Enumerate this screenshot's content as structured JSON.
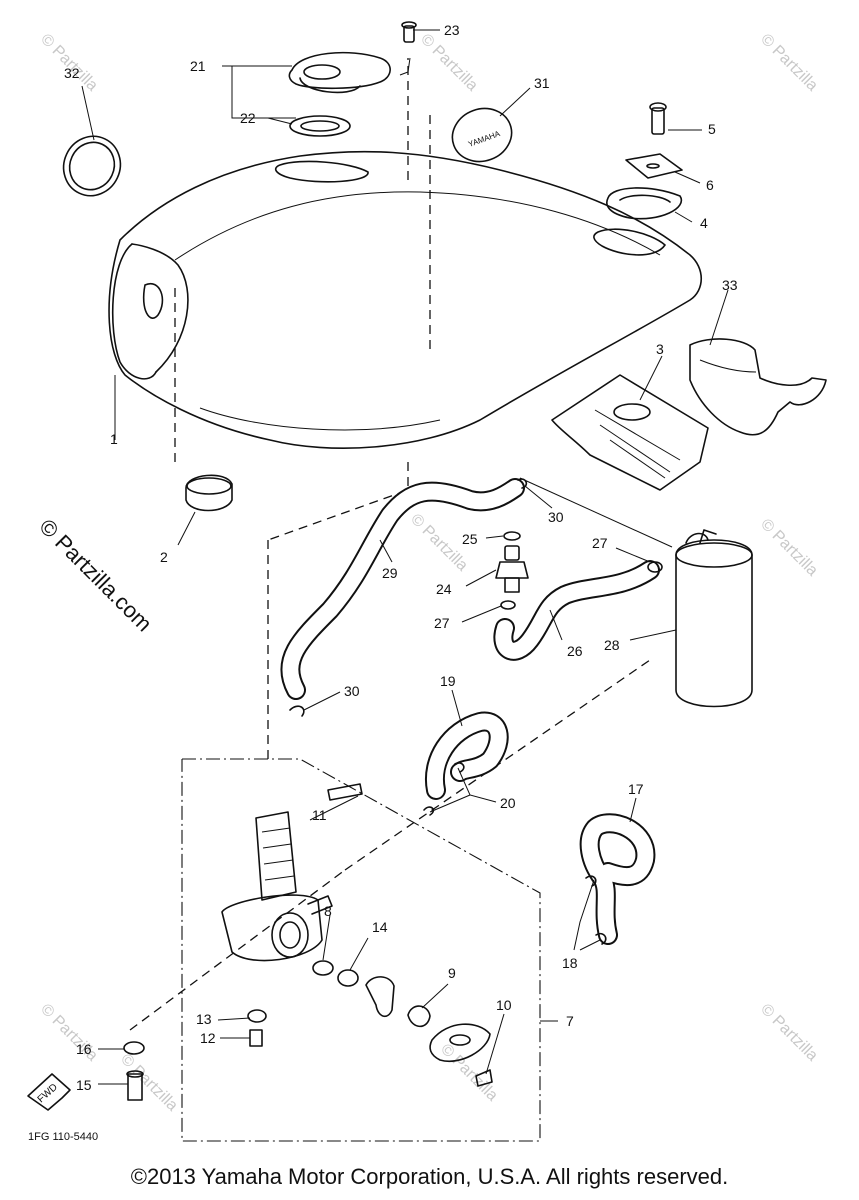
{
  "figure_code": "1FG 110-5440",
  "watermark_side": "© Partzilla.com",
  "watermark_small": "© Partzilla",
  "emblem_text": "YAMAHA",
  "fwd_text": "FWD",
  "copyright": "©2013  Yamaha Motor Corporation, U.S.A. All rights reserved.",
  "callouts": {
    "c1": "1",
    "c2": "2",
    "c3": "3",
    "c4": "4",
    "c5": "5",
    "c6": "6",
    "c7": "7",
    "c8": "8",
    "c9": "9",
    "c10": "10",
    "c11": "11",
    "c12": "12",
    "c13": "13",
    "c14": "14",
    "c15": "15",
    "c16": "16",
    "c17": "17",
    "c18": "18",
    "c19": "19",
    "c20": "20",
    "c21": "21",
    "c22": "22",
    "c23": "23",
    "c24": "24",
    "c25": "25",
    "c26": "26",
    "c27a": "27",
    "c27b": "27",
    "c28": "28",
    "c29": "29",
    "c30a": "30",
    "c30b": "30",
    "c31": "31",
    "c32": "32",
    "c33": "33"
  }
}
